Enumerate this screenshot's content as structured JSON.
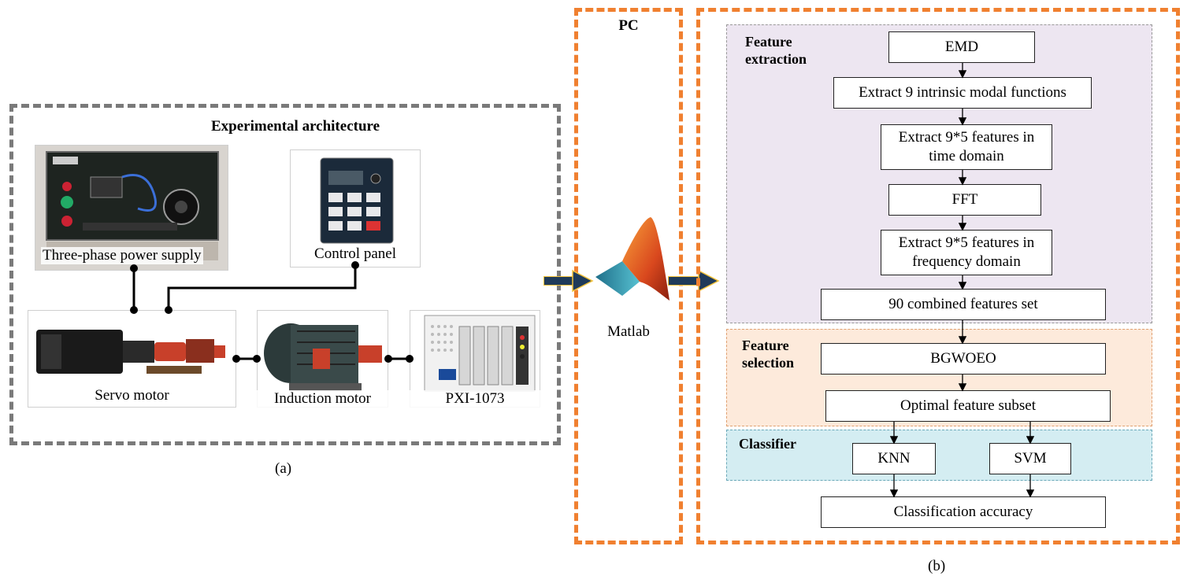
{
  "left_panel": {
    "title": "Experimental architecture",
    "caption": "(a)",
    "components": [
      {
        "id": "power",
        "label": "Three-phase power supply"
      },
      {
        "id": "control",
        "label": "Control panel"
      },
      {
        "id": "servo",
        "label": "Servo motor"
      },
      {
        "id": "induction",
        "label": "Induction motor"
      },
      {
        "id": "pxi",
        "label": "PXI-1073"
      }
    ]
  },
  "pc_panel": {
    "title": "PC",
    "software_label": "Matlab"
  },
  "right_panel": {
    "caption": "(b)",
    "regions": {
      "extraction": "Feature\nextraction",
      "selection": "Feature\nselection",
      "classifier": "Classifier"
    },
    "steps": {
      "emd": "EMD",
      "imf": "Extract 9 intrinsic modal functions",
      "time": "Extract 9*5 features in\ntime domain",
      "fft": "FFT",
      "freq": "Extract 9*5 features in\nfrequency domain",
      "combined": "90 combined features set",
      "bgwoeo": "BGWOEO",
      "subset": "Optimal feature subset",
      "knn": "KNN",
      "svm": "SVM",
      "accuracy": "Classification accuracy"
    }
  },
  "colors": {
    "gray_border": "#7a7a7a",
    "orange_border": "#f08030",
    "extraction_bg": "#ede6f1",
    "selection_bg": "#fdeadb",
    "classifier_bg": "#d4edf2",
    "arrow": "#1f3b5a"
  }
}
